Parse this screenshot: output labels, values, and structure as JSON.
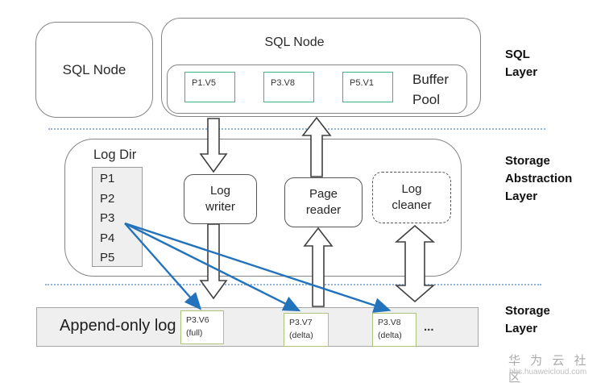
{
  "sql_layer": {
    "left_node": {
      "title": "SQL Node"
    },
    "right_node": {
      "title": "SQL Node",
      "buffer_pool": {
        "label": "Buffer\nPool",
        "pages": [
          "P1.V5",
          "P3.V8",
          "P5.V1"
        ]
      }
    }
  },
  "storage_abstraction_layer": {
    "log_dir": {
      "title": "Log Dir",
      "pages": [
        "P1",
        "P2",
        "P3",
        "P4",
        "P5"
      ]
    },
    "log_writer": "Log\nwriter",
    "page_reader": "Page\nreader",
    "log_cleaner": "Log\ncleaner"
  },
  "storage_layer": {
    "append_only_log_label": "Append-only log",
    "segments": [
      {
        "label": "P3.V6\n(full)"
      },
      {
        "label": "P3.V7\n(delta)"
      },
      {
        "label": "P3.V8\n(delta)"
      }
    ],
    "ellipsis": "..."
  },
  "side_labels": {
    "sql": "SQL\nLayer",
    "storage_abstraction": "Storage\nAbstraction\nLayer",
    "storage": "Storage\nLayer"
  },
  "watermark": {
    "community": "华 为 云 社 区",
    "url": "bbs.huaweicloud.com"
  },
  "colors": {
    "page_box_border": "#45b080",
    "segment_box_border": "#abc478",
    "flow_arrow_blue": "#2273bb",
    "layer_divider_blue": "#8db3e2",
    "block_arrow_outline": "#404040"
  }
}
